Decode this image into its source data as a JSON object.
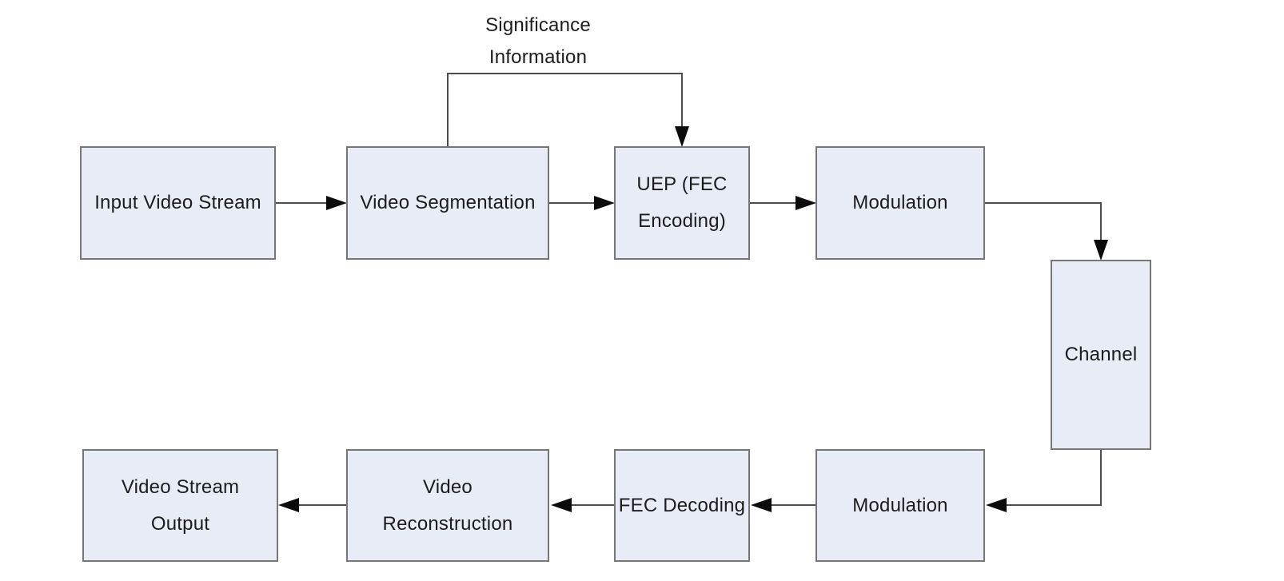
{
  "diagram": {
    "title_annotation": "Significance\nInformation",
    "nodes": {
      "input": {
        "label": "Input Video Stream"
      },
      "segmentation": {
        "label": "Video Segmentation"
      },
      "uep": {
        "label": "UEP (FEC\nEncoding)"
      },
      "modulation_tx": {
        "label": "Modulation"
      },
      "channel": {
        "label": "Channel"
      },
      "modulation_rx": {
        "label": "Modulation"
      },
      "fec_decoding": {
        "label": "FEC Decoding"
      },
      "reconstruction": {
        "label": "Video\nReconstruction"
      },
      "output": {
        "label": "Video Stream\nOutput"
      }
    },
    "edges": [
      {
        "from": "input",
        "to": "segmentation"
      },
      {
        "from": "segmentation",
        "to": "uep"
      },
      {
        "from": "segmentation",
        "to": "uep",
        "via": "significance-information-line"
      },
      {
        "from": "uep",
        "to": "modulation_tx"
      },
      {
        "from": "modulation_tx",
        "to": "channel"
      },
      {
        "from": "channel",
        "to": "modulation_rx"
      },
      {
        "from": "modulation_rx",
        "to": "fec_decoding"
      },
      {
        "from": "fec_decoding",
        "to": "reconstruction"
      },
      {
        "from": "reconstruction",
        "to": "output"
      }
    ],
    "colors": {
      "background": "#ffffff",
      "node_fill": "#e8ecf7",
      "node_border": "#767676",
      "connector": "#4d4d4d",
      "arrowhead": "#0b0b0b",
      "text": "#1c1c1c"
    }
  }
}
